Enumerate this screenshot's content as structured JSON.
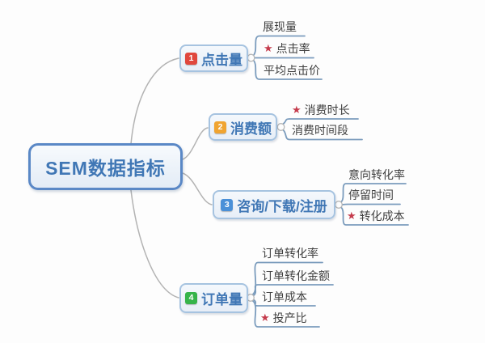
{
  "root": {
    "label": "SEM数据指标"
  },
  "branches": [
    {
      "badge": "1",
      "badge_color": "#e0473d",
      "label": "点击量",
      "children": [
        {
          "label": "展现量",
          "starred": false
        },
        {
          "label": "点击率",
          "starred": true
        },
        {
          "label": "平均点击价",
          "starred": false
        }
      ]
    },
    {
      "badge": "2",
      "badge_color": "#f0a431",
      "label": "消费额",
      "children": [
        {
          "label": "消费时长",
          "starred": true
        },
        {
          "label": "消费时间段",
          "starred": false
        }
      ]
    },
    {
      "badge": "3",
      "badge_color": "#4a90d8",
      "label": "咨询/下载/注册",
      "children": [
        {
          "label": "意向转化率",
          "starred": false
        },
        {
          "label": "停留时间",
          "starred": false
        },
        {
          "label": "转化成本",
          "starred": true
        }
      ]
    },
    {
      "badge": "4",
      "badge_color": "#36b44a",
      "label": "订单量",
      "children": [
        {
          "label": "订单转化率",
          "starred": false
        },
        {
          "label": "订单转化金额",
          "starred": false
        },
        {
          "label": "订单成本",
          "starred": false
        },
        {
          "label": "投产比",
          "starred": true
        }
      ]
    }
  ],
  "icons": {
    "star": "★"
  },
  "colors": {
    "node_text": "#4077b5",
    "root_border": "#5a88c6",
    "branch_border": "#a6c3e0",
    "node_bg": "#edf3f9",
    "badge_red": "#e0473d",
    "badge_amber": "#f0a431",
    "badge_blue": "#4a90d8",
    "badge_green": "#36b44a",
    "star": "#c53b4c",
    "child_line": "#7b9cbd",
    "root_line": "#b3b3b3",
    "child_text": "#3f3f3f"
  }
}
